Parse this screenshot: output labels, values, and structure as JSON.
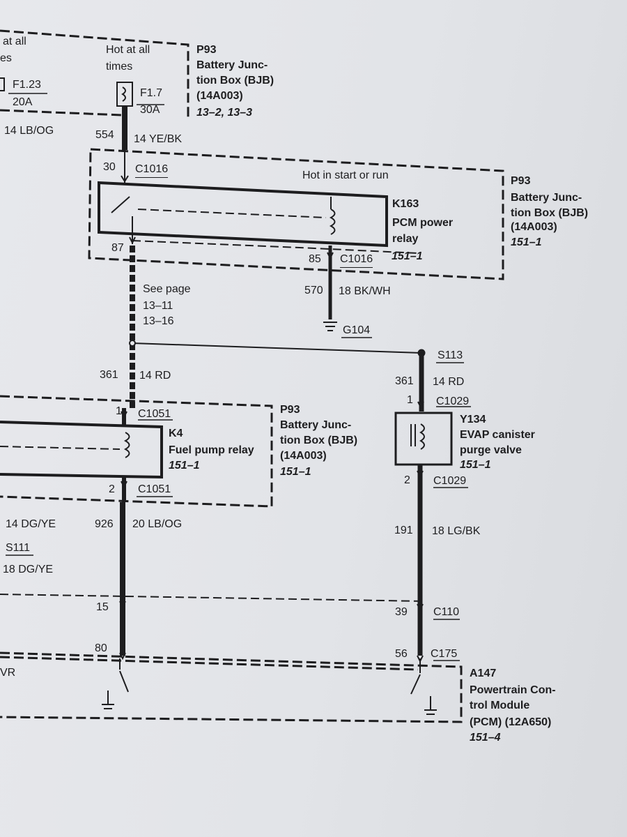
{
  "header": {
    "at_all": "at all",
    "es": "es",
    "hot_at_all_times_1": "Hot at all",
    "hot_at_all_times_2": "times"
  },
  "fuses": {
    "f123_label": "F1.23",
    "f123_amp": "20A",
    "f17_label": "F1.7",
    "f17_amp": "30A"
  },
  "bjb_top": {
    "code": "P93",
    "line1": "Battery Junc-",
    "line2": "tion Box (BJB)",
    "line3": "(14A003)",
    "pages": "13–2, 13–3"
  },
  "wires": {
    "w1_gauge_color": "14 LB/OG",
    "w554_num": "554",
    "w554_gauge_color": "14 YE/BK",
    "w570_num": "570",
    "w570_gauge_color": "18 BK/WH",
    "w361_left_num": "361",
    "w361_left_gauge_color": "14 RD",
    "w361_right_num": "361",
    "w361_right_gauge_color": "14 RD",
    "w926_num": "926",
    "w926_gauge_color": "20 LB/OG",
    "w_dgye_left": "14 DG/YE",
    "w_dgye_18": "18 DG/YE",
    "w191_num": "191",
    "w191_gauge_color": "18 LG/BK"
  },
  "relay_k163": {
    "pin_30": "30",
    "conn_top": "C1016",
    "hot_in_start": "Hot in start or run",
    "code": "K163",
    "line1": "PCM power",
    "line2": "relay",
    "page": "151–1",
    "pin_87": "87",
    "pin_85": "85",
    "conn_bottom": "C1016"
  },
  "bjb_mid": {
    "code": "P93",
    "line1": "Battery Junc-",
    "line2": "tion Box (BJB)",
    "line3": "(14A003)",
    "page": "151–1"
  },
  "see_page": {
    "line1": "See page",
    "line2": "13–11",
    "line3": "13–16"
  },
  "ground_g104": "G104",
  "splice_s113": "S113",
  "relay_k4": {
    "pin_1": "1",
    "conn_top": "C1051",
    "code": "K4",
    "line1": "Fuel pump relay",
    "page": "151–1",
    "pin_2": "2",
    "conn_bottom": "C1051"
  },
  "bjb_lower": {
    "code": "P93",
    "line1": "Battery Junc-",
    "line2": "tion Box (BJB)",
    "line3": "(14A003)",
    "page": "151–1"
  },
  "evap": {
    "pin_1": "1",
    "conn_top": "C1029",
    "code": "Y134",
    "line1": "EVAP canister",
    "line2": "purge valve",
    "page": "151–1",
    "pin_2": "2",
    "conn_bottom": "C1029"
  },
  "splice_s111": "S111",
  "connectors": {
    "c110_left_pin": "15",
    "c110_right_pin": "39",
    "c110": "C110",
    "c175_left_pin": "80",
    "c175_right_pin": "56",
    "c175": "C175"
  },
  "pcm": {
    "code": "A147",
    "line1": "Powertrain Con-",
    "line2": "trol Module",
    "line3": "(PCM) (12A650)",
    "page": "151–4",
    "left_frag": "VR"
  }
}
